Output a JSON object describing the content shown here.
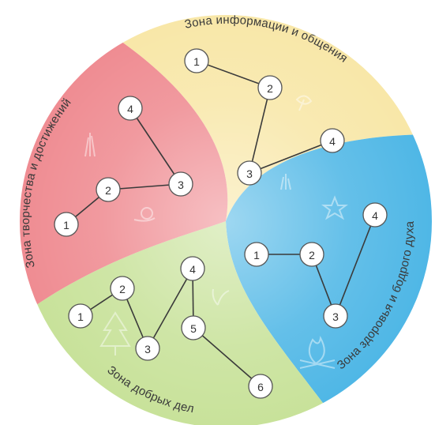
{
  "colors": {
    "zone_info": "#f8e7a8",
    "zone_health": "#4fb7e6",
    "zone_good": "#c8e29a",
    "zone_create": "#ef8c92",
    "outline": "#555555"
  },
  "zones": [
    {
      "id": "info",
      "title": "Зона информации и общения",
      "nodes": [
        {
          "id": "1",
          "label": "1"
        },
        {
          "id": "2",
          "label": "2"
        },
        {
          "id": "3",
          "label": "3"
        },
        {
          "id": "4",
          "label": "4"
        }
      ],
      "edges": [
        [
          "1",
          "2"
        ],
        [
          "2",
          "3"
        ],
        [
          "3",
          "4"
        ]
      ]
    },
    {
      "id": "health",
      "title": "Зона здоровья и бодрого духа",
      "nodes": [
        {
          "id": "1",
          "label": "1"
        },
        {
          "id": "2",
          "label": "2"
        },
        {
          "id": "3",
          "label": "3"
        },
        {
          "id": "4",
          "label": "4"
        }
      ],
      "edges": [
        [
          "1",
          "2"
        ],
        [
          "2",
          "3"
        ],
        [
          "3",
          "4"
        ]
      ]
    },
    {
      "id": "good",
      "title": "Зона добрых дел",
      "nodes": [
        {
          "id": "1",
          "label": "1"
        },
        {
          "id": "2",
          "label": "2"
        },
        {
          "id": "3",
          "label": "3"
        },
        {
          "id": "4",
          "label": "4"
        },
        {
          "id": "5",
          "label": "5"
        },
        {
          "id": "6",
          "label": "6"
        }
      ],
      "edges": [
        [
          "1",
          "2"
        ],
        [
          "2",
          "3"
        ],
        [
          "3",
          "4"
        ],
        [
          "4",
          "5"
        ],
        [
          "5",
          "6"
        ]
      ]
    },
    {
      "id": "create",
      "title": "Зона творчества и достижений",
      "nodes": [
        {
          "id": "1",
          "label": "1"
        },
        {
          "id": "2",
          "label": "2"
        },
        {
          "id": "3",
          "label": "3"
        },
        {
          "id": "4",
          "label": "4"
        }
      ],
      "edges": [
        [
          "1",
          "2"
        ],
        [
          "2",
          "3"
        ],
        [
          "3",
          "4"
        ]
      ]
    }
  ]
}
